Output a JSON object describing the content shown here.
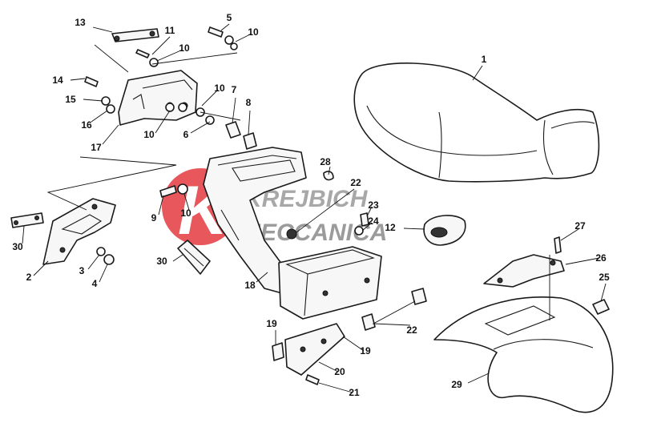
{
  "watermark": {
    "line1": "KREJBICH",
    "line2": "MECCANICA",
    "logo_letter": "K",
    "colors": {
      "red": "#e33a3f",
      "line1": "#9a9a9a",
      "line2": "#8a8a8a"
    }
  },
  "callouts": [
    {
      "n": "1",
      "label": "1"
    },
    {
      "n": "2",
      "label": "2"
    },
    {
      "n": "3",
      "label": "3"
    },
    {
      "n": "4",
      "label": "4"
    },
    {
      "n": "5",
      "label": "5"
    },
    {
      "n": "6",
      "label": "6"
    },
    {
      "n": "7",
      "label": "7"
    },
    {
      "n": "8",
      "label": "8"
    },
    {
      "n": "9",
      "label": "9"
    },
    {
      "n": "10a",
      "label": "10"
    },
    {
      "n": "10b",
      "label": "10"
    },
    {
      "n": "10c",
      "label": "10"
    },
    {
      "n": "10d",
      "label": "10"
    },
    {
      "n": "10e",
      "label": "10"
    },
    {
      "n": "11",
      "label": "11"
    },
    {
      "n": "12",
      "label": "12"
    },
    {
      "n": "13",
      "label": "13"
    },
    {
      "n": "14",
      "label": "14"
    },
    {
      "n": "15",
      "label": "15"
    },
    {
      "n": "16",
      "label": "16"
    },
    {
      "n": "17",
      "label": "17"
    },
    {
      "n": "18",
      "label": "18"
    },
    {
      "n": "19a",
      "label": "19"
    },
    {
      "n": "19b",
      "label": "19"
    },
    {
      "n": "20",
      "label": "20"
    },
    {
      "n": "21",
      "label": "21"
    },
    {
      "n": "22a",
      "label": "22"
    },
    {
      "n": "22b",
      "label": "22"
    },
    {
      "n": "23",
      "label": "23"
    },
    {
      "n": "24",
      "label": "24"
    },
    {
      "n": "25",
      "label": "25"
    },
    {
      "n": "26",
      "label": "26"
    },
    {
      "n": "27",
      "label": "27"
    },
    {
      "n": "28",
      "label": "28"
    },
    {
      "n": "29",
      "label": "29"
    },
    {
      "n": "30a",
      "label": "30"
    },
    {
      "n": "30b",
      "label": "30"
    }
  ]
}
